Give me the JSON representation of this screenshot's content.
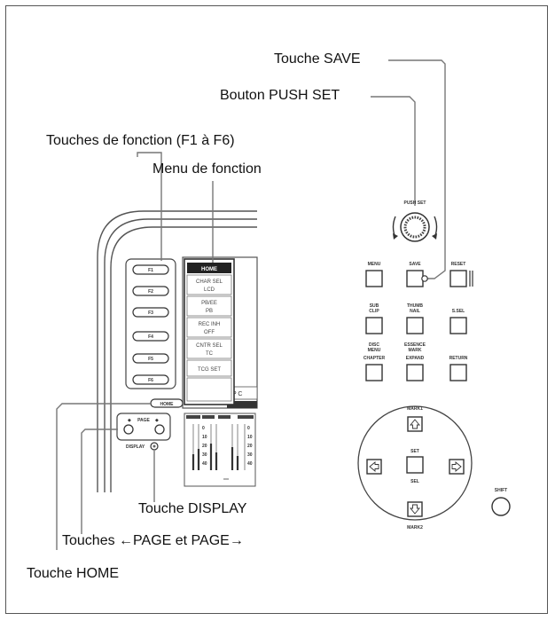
{
  "callouts": {
    "save_key": "Touche SAVE",
    "push_set": "Bouton PUSH SET",
    "function_keys": "Touches de fonction (F1 à F6)",
    "function_menu": "Menu de fonction",
    "display_key": "Touche DISPLAY",
    "page_keys": "Touches ←PAGE et PAGE→",
    "home_key": "Touche HOME"
  },
  "panel": {
    "push_set_dial": "PUSH SET",
    "function_buttons": [
      "F1",
      "F2",
      "F3",
      "F4",
      "F5",
      "F6"
    ],
    "home_button": "HOME",
    "page_label": "PAGE",
    "display_label": "DISPLAY",
    "menu_items": [
      {
        "top": "HOME",
        "bottom": ""
      },
      {
        "top": "CHAR SEL",
        "bottom": "LCD"
      },
      {
        "top": "PB/EE",
        "bottom": "PB"
      },
      {
        "top": "REC INH",
        "bottom": "OFF"
      },
      {
        "top": "CNTR SEL",
        "bottom": "TC"
      },
      {
        "top": "TCG SET",
        "bottom": ""
      },
      {
        "top": "",
        "bottom": ""
      }
    ],
    "lcd_tag": "IP C",
    "key_labels": {
      "menu": "MENU",
      "save": "SAVE",
      "reset": "RESET",
      "sub_clip_1": "SUB",
      "sub_clip_2": "CLIP",
      "thumbnail_1": "THUMB",
      "thumbnail_2": "NAIL",
      "s_sel": "S.SEL",
      "disc_menu_1": "DISC",
      "disc_menu_2": "MENU",
      "chapter": "CHAPTER",
      "essence_1": "ESSENCE",
      "essence_2": "MARK",
      "expand": "EXPAND",
      "return": "RETURN",
      "mark1": "MARK1",
      "mark2": "MARK2",
      "set": "SET",
      "sel": "SEL",
      "shift": "SHIFT"
    }
  }
}
